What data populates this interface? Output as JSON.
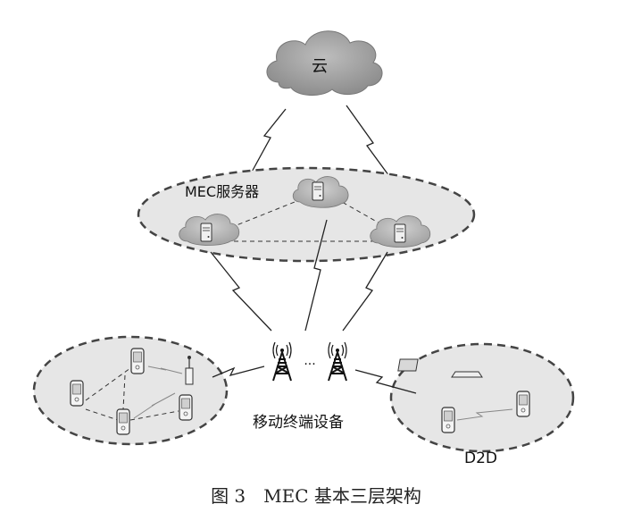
{
  "diagram": {
    "cloud_label": "云",
    "mec_label": "MEC服务器",
    "terminal_label": "移动终端设备",
    "ellipsis": "···",
    "d2d_label": "D2D",
    "caption": "图 3　MEC 基本三层架构"
  },
  "colors": {
    "cloud_fill": "#9a9a9a",
    "mec_ellipse_fill": "#e6e6e6",
    "node_cloud_fill": "#b7b7b7",
    "ellipse_stroke": "#444444",
    "line": "#222222"
  }
}
